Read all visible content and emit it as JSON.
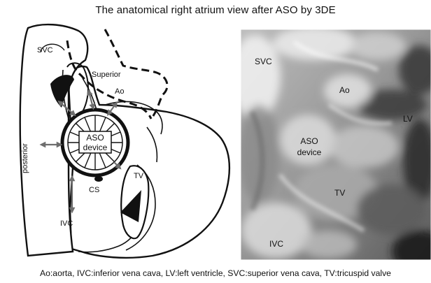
{
  "figure": {
    "title": "The anatomical right atrium view after ASO by 3DE",
    "caption": "Ao:aorta, IVC:inferior vena cava, LV:left ventricle, SVC:superior vena cava, TV:tricuspid valve"
  },
  "schematic": {
    "labels": {
      "svc": "SVC",
      "superior": "Superior",
      "ao": "Ao",
      "posterior": "posterior",
      "device_line1": "ASO",
      "device_line2": "device",
      "tv": "TV",
      "cs": "CS",
      "ivc": "IVC"
    }
  },
  "echo_image": {
    "labels": {
      "svc": "SVC",
      "ao": "Ao",
      "lv": "LV",
      "device_line1": "ASO",
      "device_line2": "device",
      "tv": "TV",
      "ivc": "IVC"
    }
  }
}
